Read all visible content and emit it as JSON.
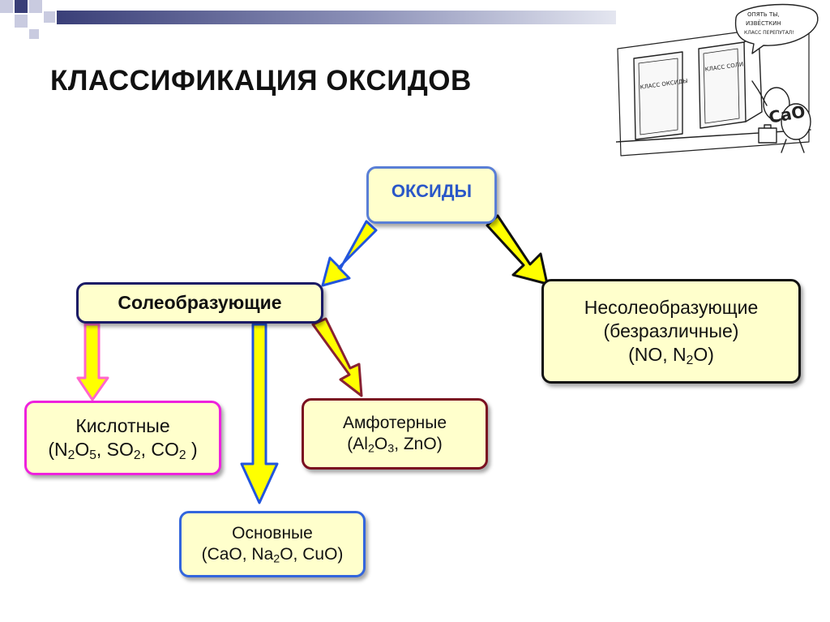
{
  "slide": {
    "title": "КЛАССИФИКАЦИЯ ОКСИДОВ"
  },
  "diagram": {
    "root": {
      "label": "ОКСИДЫ"
    },
    "salt_forming": {
      "label": "Солеобразующие"
    },
    "non_salt_forming": {
      "label": "Несолеобразующие",
      "subtitle": "(безразличные)",
      "examples": {
        "a": "(NO, N",
        "a_sub": "2",
        "a_end": "O)"
      }
    },
    "acidic": {
      "label": "Кислотные",
      "examples": {
        "p1": "(N",
        "s1": "2",
        "p2": "O",
        "s2": "5",
        "p3": ", SO",
        "s3": "2",
        "p4": ", CO",
        "s4": "2",
        "p5": " )"
      }
    },
    "amphoteric": {
      "label": "Амфотерные",
      "examples": {
        "p1": "(Al",
        "s1": "2",
        "p2": "O",
        "s2": "3",
        "p3": ", ZnO)"
      }
    },
    "basic": {
      "label": "Основные",
      "examples": {
        "p1": "(CaO, Na",
        "s1": "2",
        "p2": "O, CuO)"
      }
    }
  },
  "cartoon": {
    "door_left_sign": "КЛАСС ОКСИДЫ",
    "door_right_sign": "КЛАСС СОЛИ",
    "speech": [
      "ОПЯТЬ ТЫ,",
      "ИЗВЁСТКИН",
      "КЛАСС ПЕРЕПУТАЛ!"
    ],
    "character_label": "CaO"
  },
  "colors": {
    "node_fill": "#ffffcc",
    "arrow_fill": "#ffff00",
    "arrow_pink": "#ff66cc",
    "arrow_blue": "#2255dd",
    "arrow_dark": "#1a1a55",
    "arrow_maroon": "#882233"
  }
}
